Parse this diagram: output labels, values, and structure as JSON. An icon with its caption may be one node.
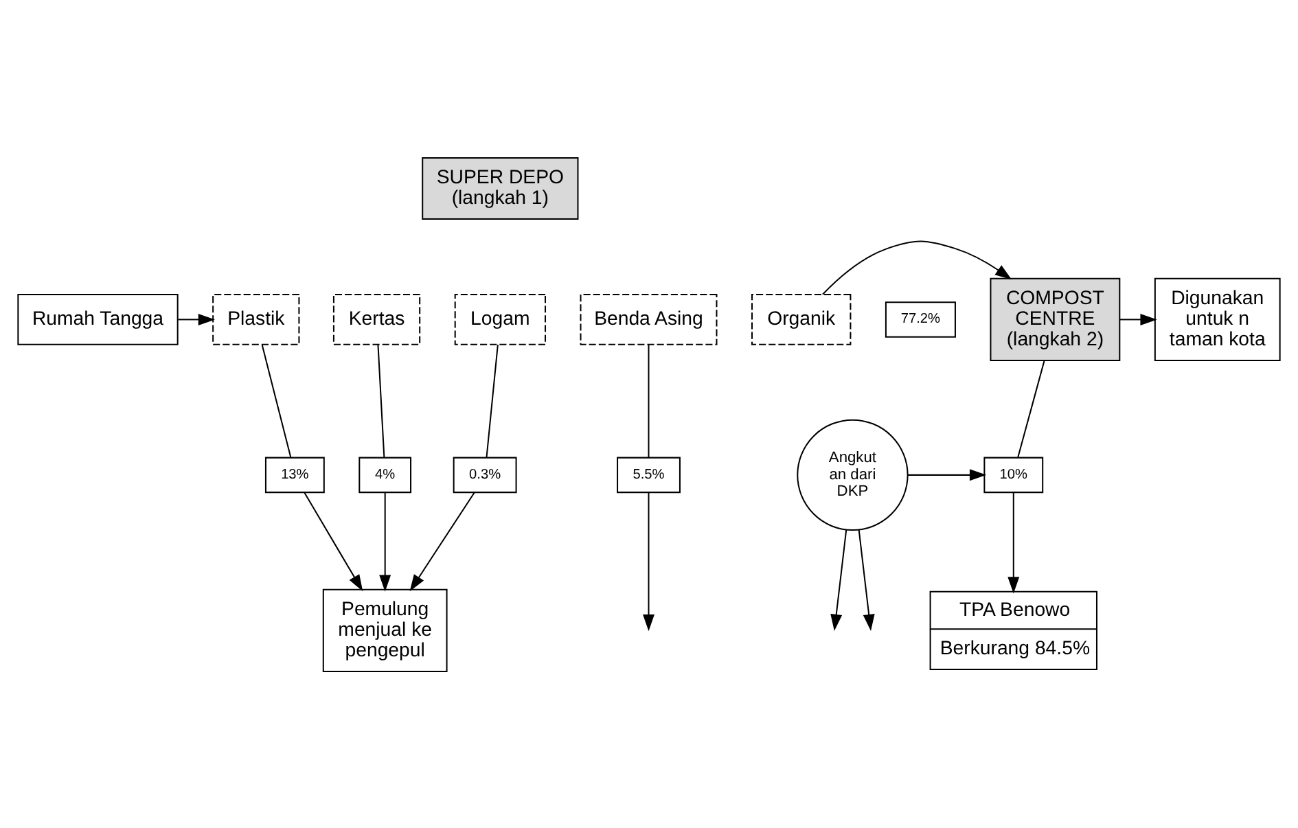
{
  "diagram": {
    "nodes": [
      {
        "text": [
          "Rumah Tangga"
        ]
      },
      {
        "text": [
          "SUPER DEPO",
          "(langkah 1)"
        ]
      },
      {
        "text": [
          "Plastik"
        ]
      },
      {
        "text": [
          "Kertas"
        ]
      },
      {
        "text": [
          "Logam"
        ]
      },
      {
        "text": [
          "Benda Asing"
        ]
      },
      {
        "text": [
          "Organik"
        ]
      },
      {
        "text": [
          "77.2%"
        ]
      },
      {
        "text": [
          "COMPOST CENTRE (langkah 2)"
        ]
      },
      {
        "text": [
          "Digunakan untuk n taman kota"
        ]
      },
      {
        "text": [
          "13%"
        ]
      },
      {
        "text": [
          "4%"
        ]
      },
      {
        "text": [
          "0.3%"
        ]
      },
      {
        "text": [
          "5.5%"
        ]
      },
      {
        "text": [
          "Angkut an dari DKP"
        ]
      },
      {
        "text": [
          "10%"
        ]
      },
      {
        "text": [
          "Pemulung menjual ke pengepul"
        ]
      },
      {
        "text": [
          "TPA Benowo",
          "Berkurang 84.5%"
        ]
      }
    ],
    "edges": [
      {
        "from": 0,
        "to": 2,
        "arrow": "to"
      },
      {
        "from": 6,
        "to": 8,
        "arrow": "to"
      },
      {
        "from": 8,
        "to": 9,
        "arrow": "to"
      },
      {
        "from": 2,
        "to": 10,
        "arrow": "none"
      },
      {
        "from": 10,
        "to": 16,
        "arrow": "to"
      },
      {
        "from": 3,
        "to": 11,
        "arrow": "none"
      },
      {
        "from": 11,
        "to": 16,
        "arrow": "to"
      },
      {
        "from": 4,
        "to": 12,
        "arrow": "none"
      },
      {
        "from": 12,
        "to": 16,
        "arrow": "to"
      },
      {
        "from": 5,
        "to": 13,
        "arrow": "none"
      },
      {
        "from": 13,
        "to": null,
        "arrow": "to"
      },
      {
        "from": 14,
        "to": null,
        "arrow": "to"
      },
      {
        "from": 14,
        "to": 15,
        "arrow": "to"
      },
      {
        "from": 14,
        "to": null,
        "arrow": "to"
      },
      {
        "from": 8,
        "to": 15,
        "arrow": "none"
      },
      {
        "from": 15,
        "to": 17,
        "arrow": "to"
      }
    ]
  }
}
